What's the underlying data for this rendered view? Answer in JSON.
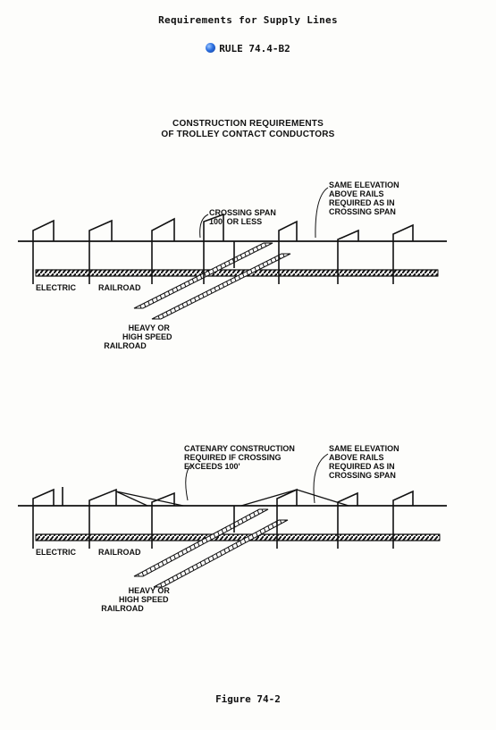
{
  "header": {
    "title": "Requirements for Supply Lines",
    "rule": "RULE 74.4-B2"
  },
  "diagram_title": {
    "line1": "CONSTRUCTION REQUIREMENTS",
    "line2": "OF TROLLEY CONTACT CONDUCTORS"
  },
  "top_diagram": {
    "crossing_span": [
      "CROSSING SPAN",
      "100' OR LESS"
    ],
    "same_elevation": [
      "SAME ELEVATION",
      "ABOVE RAILS",
      "REQUIRED AS IN",
      "CROSSING SPAN"
    ],
    "electric": "ELECTRIC",
    "railroad": "RAILROAD",
    "heavy_railroad": [
      "HEAVY OR",
      "HIGH SPEED",
      "RAILROAD"
    ]
  },
  "bottom_diagram": {
    "catenary": [
      "CATENARY CONSTRUCTION",
      "REQUIRED IF CROSSING",
      "EXCEEDS 100'"
    ],
    "same_elevation": [
      "SAME ELEVATION",
      "ABOVE RAILS",
      "REQUIRED AS IN",
      "CROSSING SPAN"
    ],
    "electric": "ELECTRIC",
    "railroad": "RAILROAD",
    "heavy_railroad": [
      "HEAVY OR",
      "HIGH SPEED",
      "RAILROAD"
    ]
  },
  "caption": "Figure 74-2",
  "colors": {
    "ink": "#111111",
    "bullet": "#2b6fe0"
  },
  "icons": {
    "rule_bullet": "blue-sphere-bullet-icon"
  }
}
